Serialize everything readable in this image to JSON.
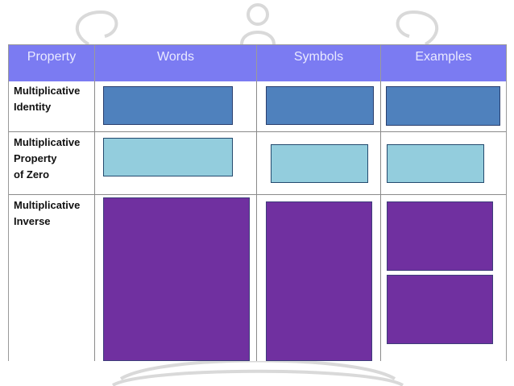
{
  "table": {
    "headers": [
      "Property",
      "Words",
      "Symbols",
      "Examples"
    ],
    "rows": [
      {
        "label": "Multiplicative\nIdentity"
      },
      {
        "label": "Multiplicative\nProperty\nof Zero"
      },
      {
        "label": "Multiplicative\nInverse"
      }
    ]
  },
  "colors": {
    "header_bg": "#7b7bf2",
    "identity_box": "#4f81bd",
    "zero_box": "#93cddd",
    "inverse_box": "#7030a0"
  }
}
